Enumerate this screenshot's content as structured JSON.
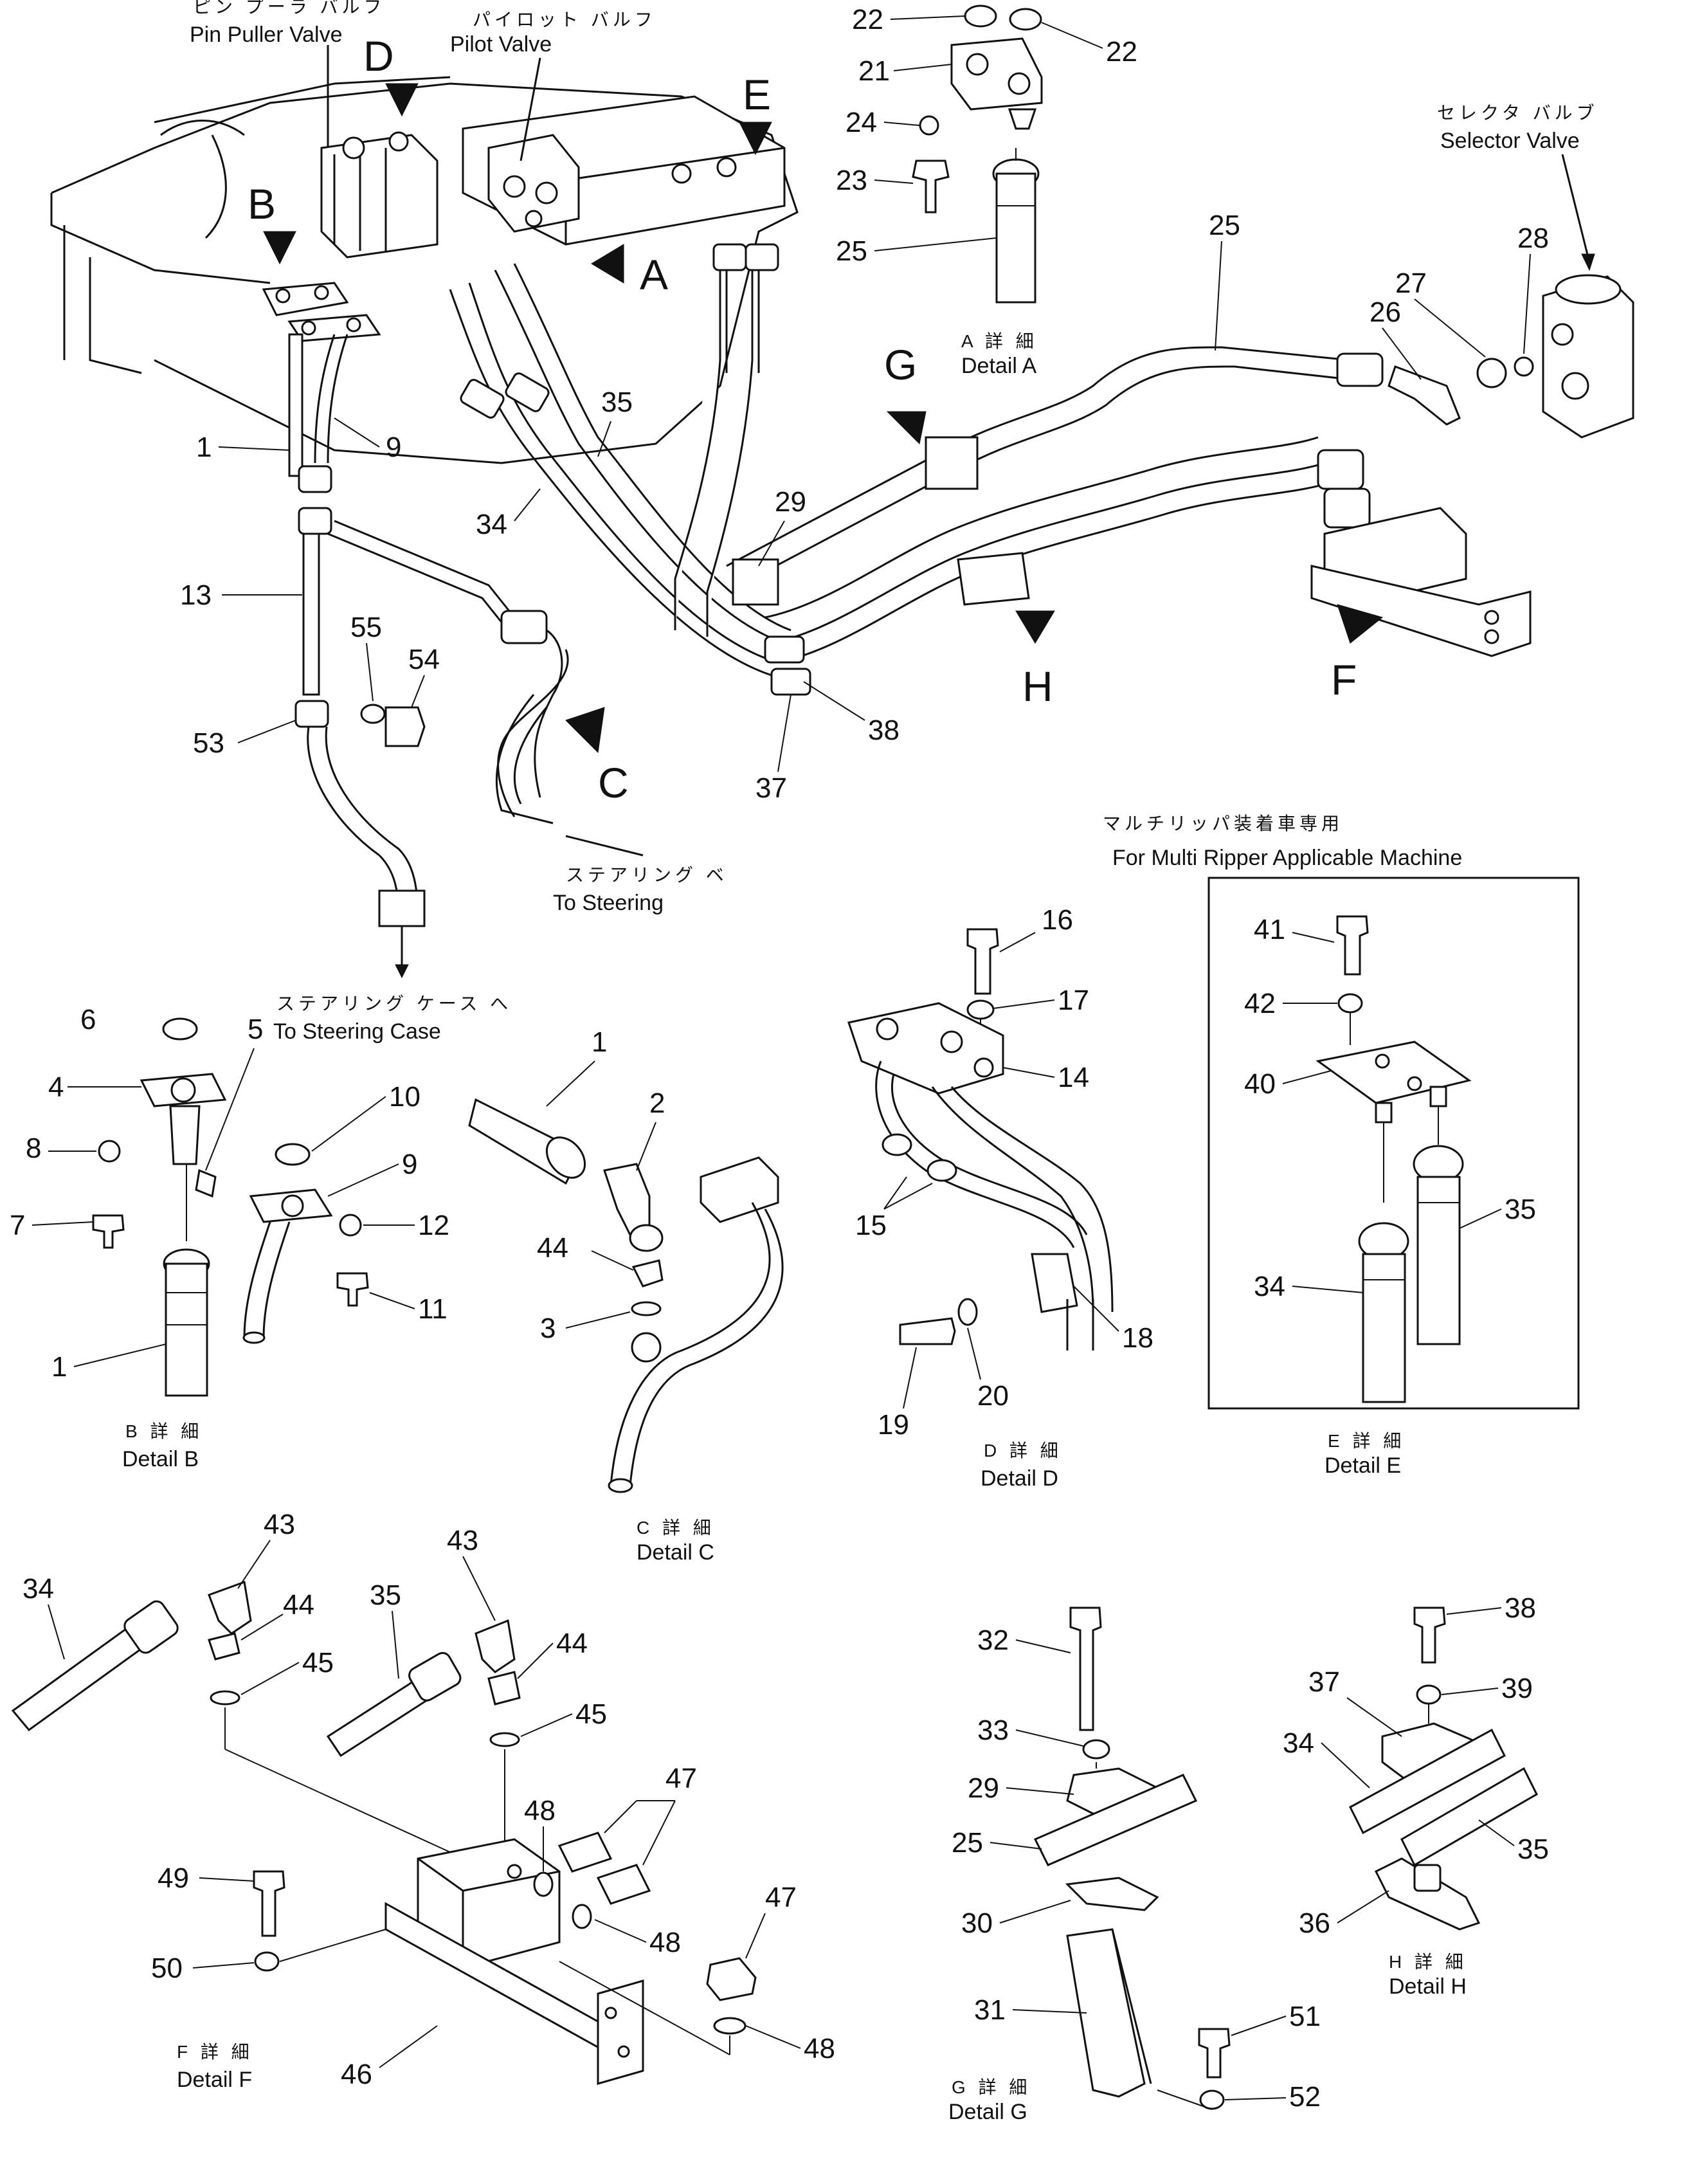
{
  "callouts": {
    "pin_puller_jp": "ピン プーラ バルフ",
    "pin_puller_en": "Pin Puller Valve",
    "pilot_jp": "パイロット バルフ",
    "pilot_en": "Pilot Valve",
    "selector_jp": "セレクタ バルブ",
    "selector_en": "Selector Valve",
    "to_steering_jp": "ステアリング ベ",
    "to_steering_en": "To Steering",
    "to_case_jp": "ステアリング ケース へ",
    "to_case_en": "To Steering Case",
    "multi_jp": "マルチリッパ装着車専用",
    "multi_en": "For Multi Ripper Applicable Machine"
  },
  "view_letters": {
    "A": "A",
    "B": "B",
    "C": "C",
    "D": "D",
    "E": "E",
    "F": "F",
    "G": "G",
    "H": "H"
  },
  "details": {
    "A": {
      "jp": "A 詳 細",
      "en": "Detail A"
    },
    "B": {
      "jp": "B 詳 細",
      "en": "Detail B"
    },
    "C": {
      "jp": "C 詳 細",
      "en": "Detail C"
    },
    "D": {
      "jp": "D 詳 細",
      "en": "Detail D"
    },
    "E": {
      "jp": "E 詳 細",
      "en": "Detail E"
    },
    "F": {
      "jp": "F 詳 細",
      "en": "Detail F"
    },
    "G": {
      "jp": "G 詳 細",
      "en": "Detail G"
    },
    "H": {
      "jp": "H 詳 細",
      "en": "Detail H"
    }
  },
  "part_numbers": {
    "p1": "1",
    "p2": "2",
    "p3": "3",
    "p4": "4",
    "p5": "5",
    "p6": "6",
    "p7": "7",
    "p8": "8",
    "p9": "9",
    "p10": "10",
    "p11": "11",
    "p12": "12",
    "p13": "13",
    "p14": "14",
    "p15": "15",
    "p16": "16",
    "p17": "17",
    "p18": "18",
    "p19": "19",
    "p20": "20",
    "p21": "21",
    "p22": "22",
    "p23": "23",
    "p24": "24",
    "p25": "25",
    "p26": "26",
    "p27": "27",
    "p28": "28",
    "p29": "29",
    "p30": "30",
    "p31": "31",
    "p32": "32",
    "p33": "33",
    "p34": "34",
    "p35": "35",
    "p36": "36",
    "p37": "37",
    "p38": "38",
    "p39": "39",
    "p40": "40",
    "p41": "41",
    "p42": "42",
    "p43": "43",
    "p44": "44",
    "p45": "45",
    "p46": "46",
    "p47": "47",
    "p48": "48",
    "p49": "49",
    "p50": "50",
    "p51": "51",
    "p52": "52",
    "p53": "53",
    "p54": "54",
    "p55": "55"
  }
}
